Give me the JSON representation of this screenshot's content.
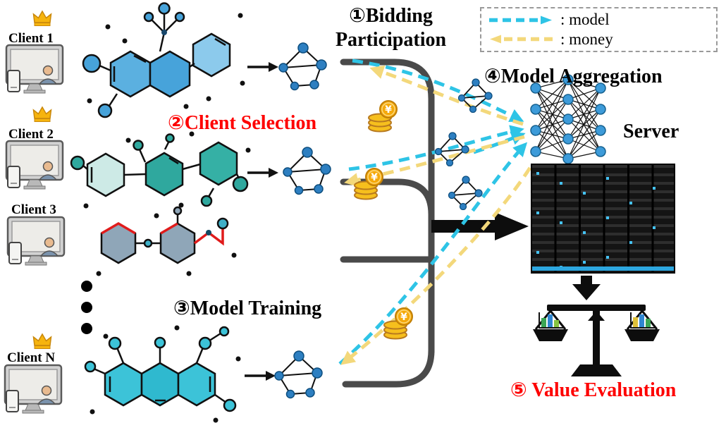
{
  "figure": {
    "clients": [
      {
        "label": "Client 1",
        "crowned": true
      },
      {
        "label": "Client 2",
        "crowned": true
      },
      {
        "label": "Client 3",
        "crowned": false
      },
      {
        "label": "Client N",
        "crowned": true
      }
    ],
    "steps": {
      "bidding_line1": "①Bidding",
      "bidding_line2": "Participation",
      "client_selection": "②Client Selection",
      "model_training": "③Model Training",
      "model_aggregation": "④Model Aggregation",
      "value_evaluation": "⑤ Value Evaluation"
    },
    "server_label": "Server",
    "legend": {
      "model": ": model",
      "money": ": money"
    },
    "icons": {
      "coin_symbol": "¥",
      "crown": "crown",
      "client_device": "desktop-with-user",
      "more_clients": "⋮",
      "model_arrow": "cyan-dashed-arrow",
      "money_arrow": "yellow-dashed-arrow"
    },
    "colors": {
      "model": "#2ec4e6",
      "money": "#f3d87b",
      "highlight": "#fe0000"
    }
  }
}
